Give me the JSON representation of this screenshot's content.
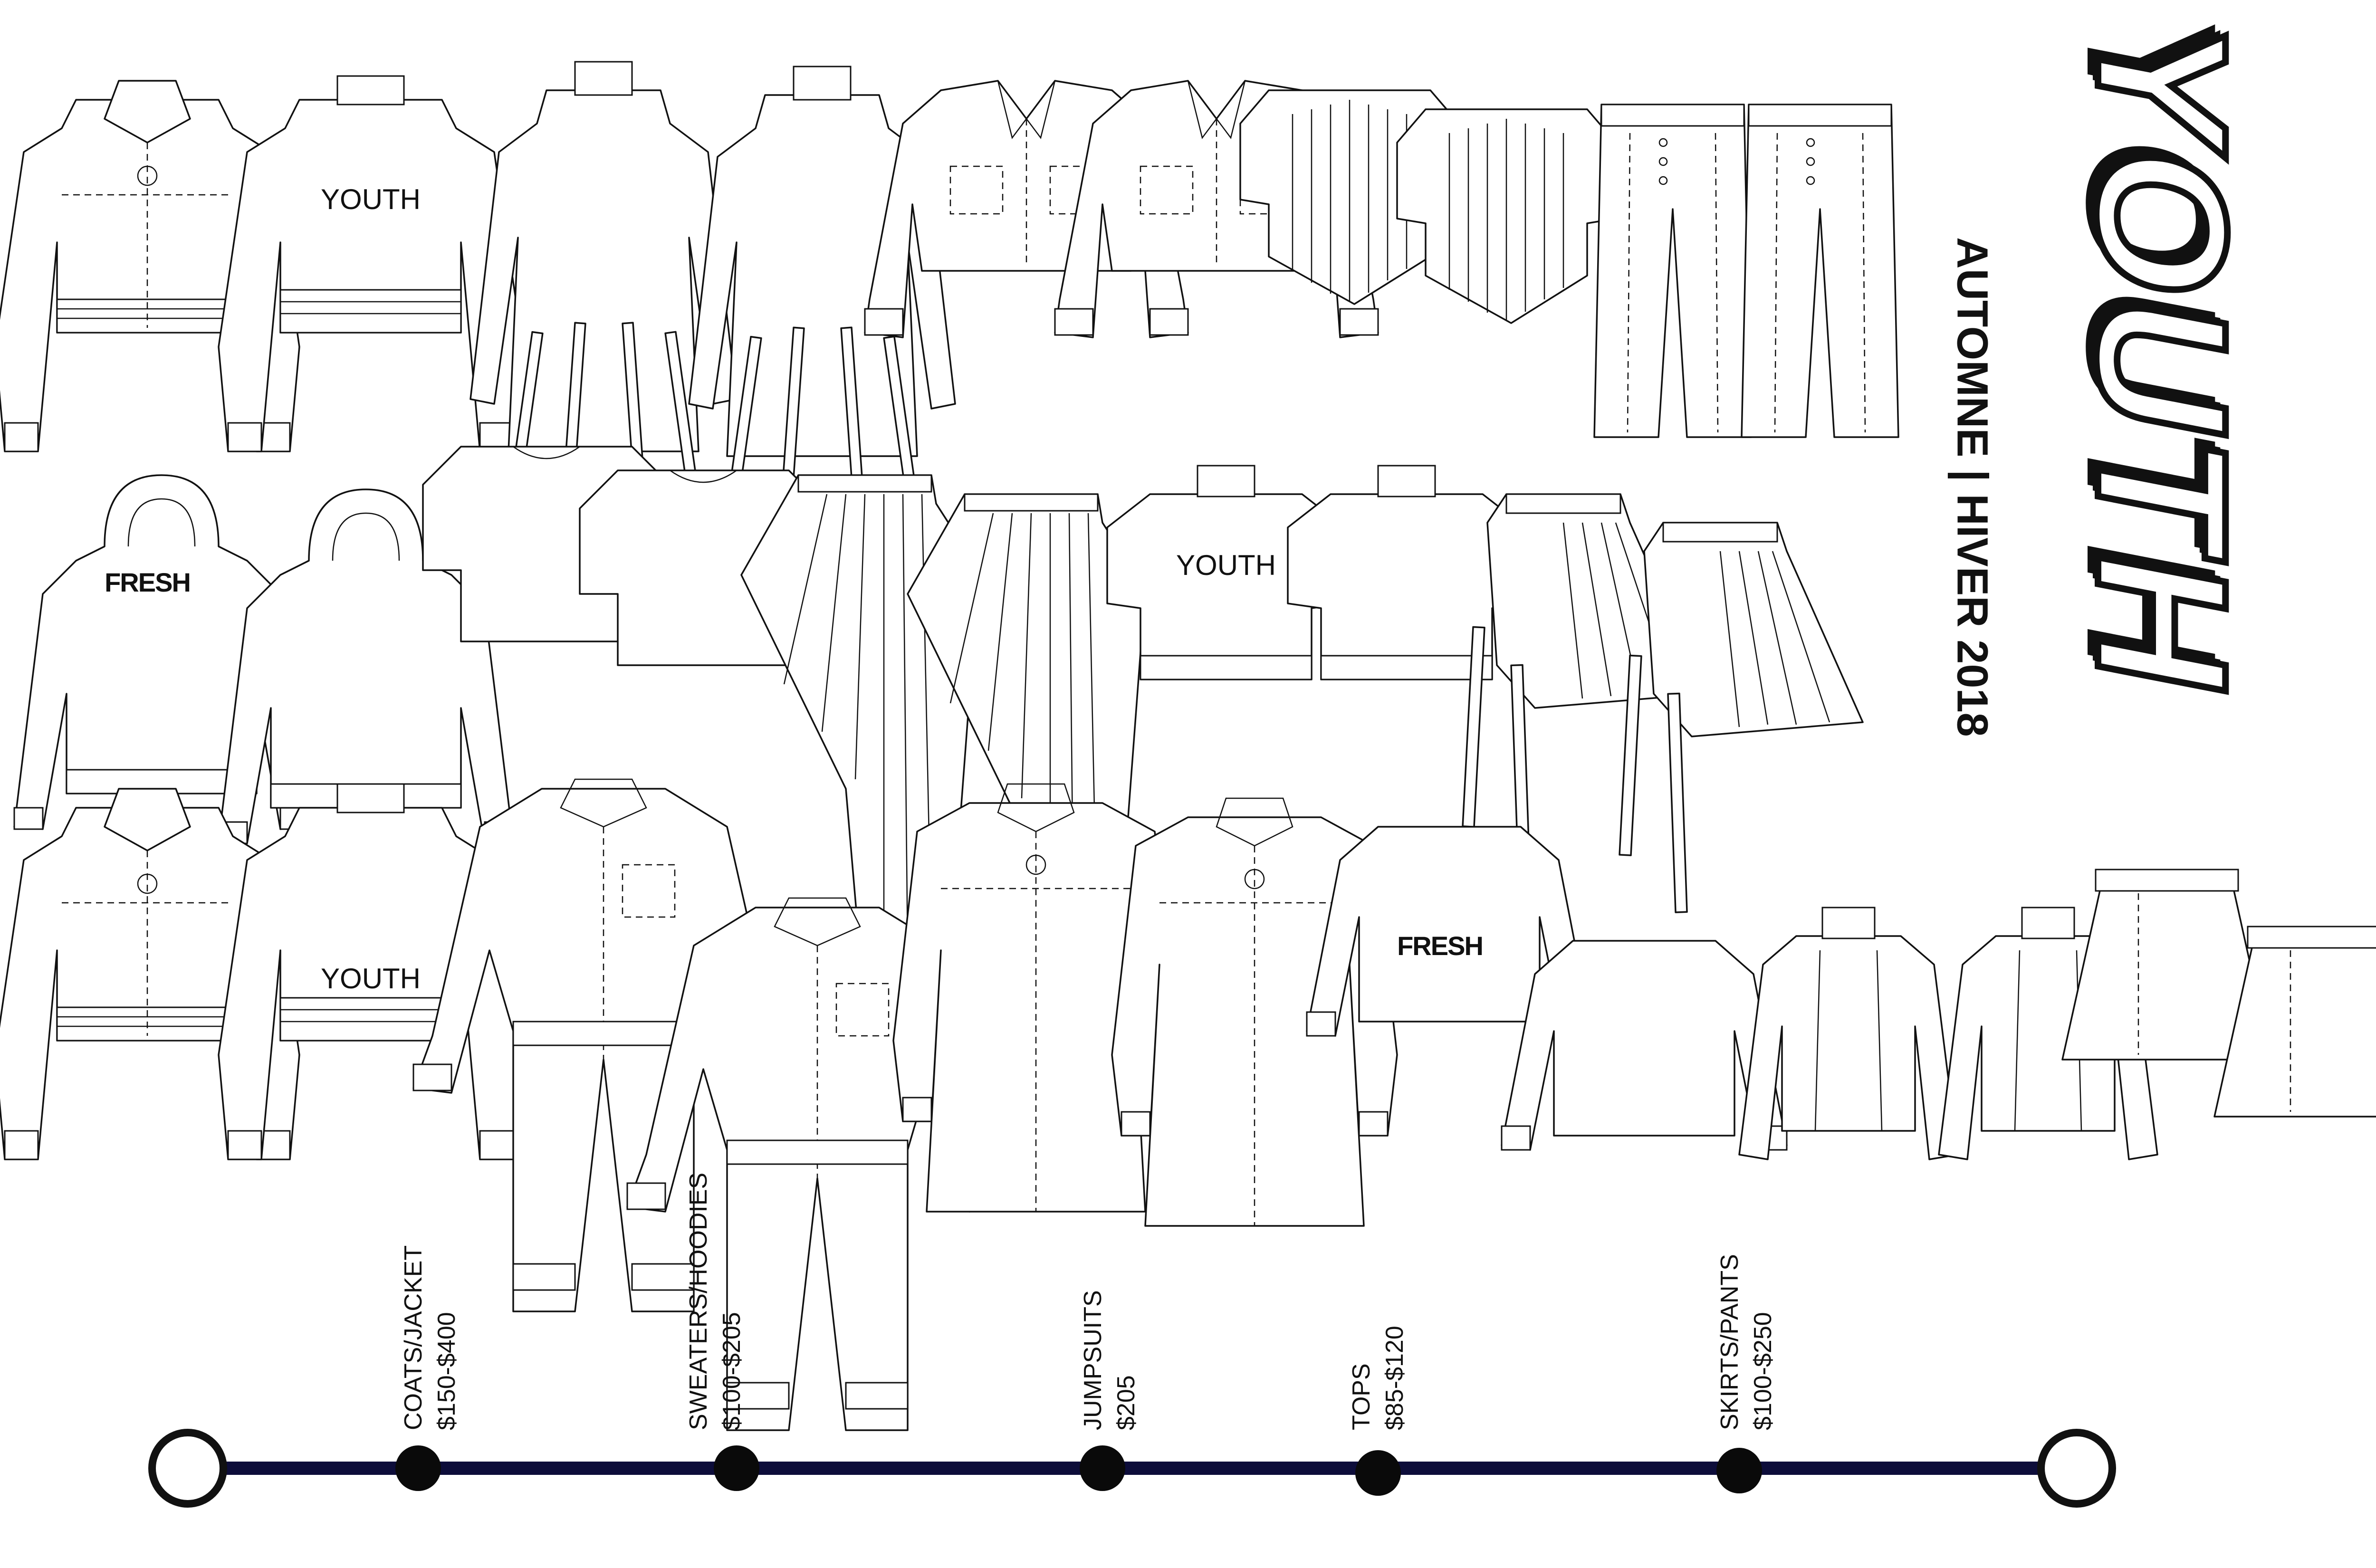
{
  "brand": {
    "logo": "YOUTH",
    "season": "AUTOMNE | HIVER 2018"
  },
  "garment_prints": {
    "youth": "YOUTH",
    "fresh": "FRESH"
  },
  "price_timeline": {
    "line_color": "#0d0d3a",
    "categories": [
      {
        "name": "COATS/JACKET",
        "price": "$150-$400"
      },
      {
        "name": "SWEATERS/HOODIES",
        "price": "$100-$205"
      },
      {
        "name": "JUMPSUITS",
        "price": "$205"
      },
      {
        "name": "TOPS",
        "price": "$85-$120"
      },
      {
        "name": "SKIRTS/PANTS",
        "price": "$100-$250"
      }
    ]
  },
  "icons": [
    "garment-flat-sketch",
    "timeline-node"
  ]
}
